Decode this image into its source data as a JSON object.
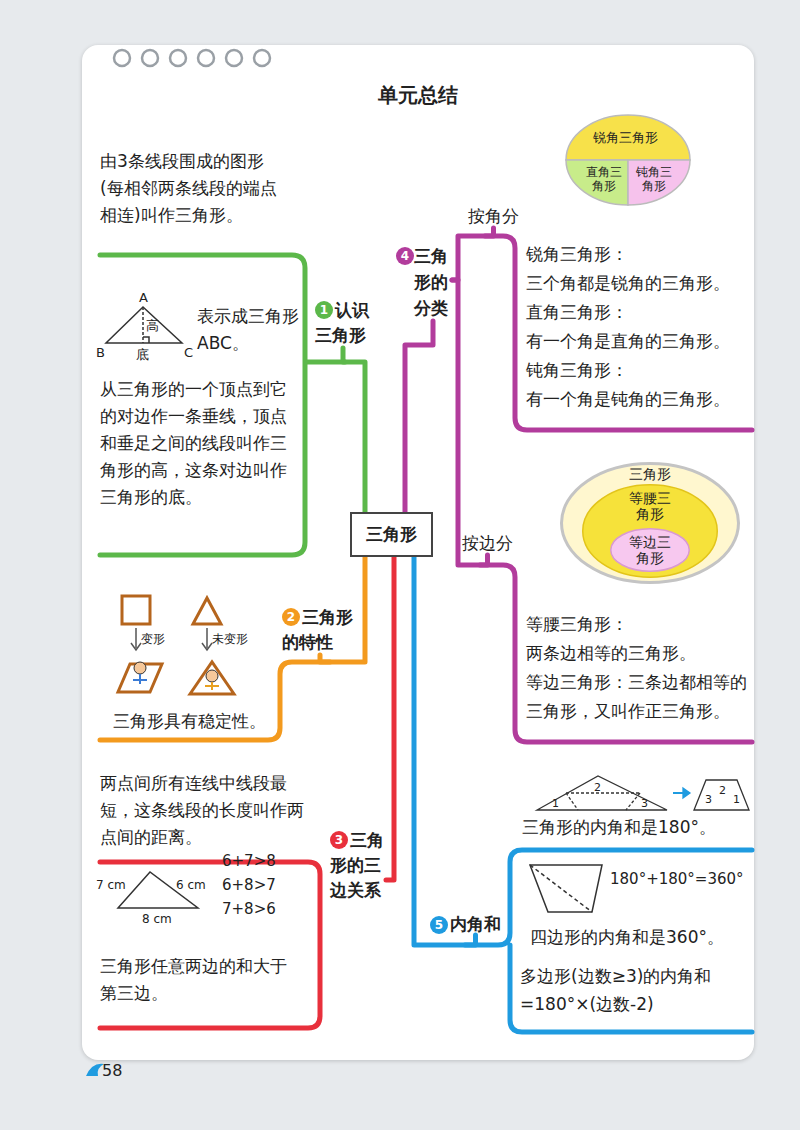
{
  "diagram": {
    "title": "单元总结",
    "nodes": [
      {
        "text": [
          "三角形"
        ]
      },
      {
        "text": [
          "认识三角形"
        ]
      },
      {
        "text": [
          "由3条线段围成的图形(每相邻两条线段的端点相连)叫作三角形。"
        ]
      },
      {
        "text": [
          "表示成三角形ABC。"
        ]
      },
      {
        "text": [
          "从三角形的一个顶点到它的对边作一条垂线，顶点和垂足之间的线段叫作三角形的高，这条对边叫作三角形的底。"
        ]
      },
      {
        "text": [
          "三角形的特性"
        ]
      },
      {
        "text": [
          "三角形具有稳定性。"
        ]
      },
      {
        "text": [
          "三角形的三边关系"
        ]
      },
      {
        "text": [
          "两点间所有连线中线段最短，这条线段的长度叫作两点间的距离。"
        ]
      },
      {
        "text": [
          "三角形任意两边的和大于第三边。"
        ]
      },
      {
        "text": [
          "三角形的分类"
        ]
      },
      {
        "text": [
          "按角分"
        ]
      },
      {
        "text": [
          "锐角三角形：",
          "三个角都是锐角的三角形。",
          "直角三角形：",
          "有一个角是直角的三角形。",
          "钝角三角形：",
          "有一个角是钝角的三角形。"
        ]
      },
      {
        "text": [
          "按边分"
        ]
      },
      {
        "text": [
          "等腰三角形：",
          "两条边相等的三角形。",
          "等边三角形：三条边都相等的三角形，又叫作正三角形。"
        ]
      },
      {
        "text": [
          "内角和"
        ]
      },
      {
        "text": [
          "三角形的内角和是180°。"
        ]
      },
      {
        "text": [
          "四边形的内角和是360°。"
        ]
      },
      {
        "text": [
          "多边形(边数≥3)的内角和=180°×(边数-2)"
        ]
      },
      {
        "text": [
          "三角形"
        ]
      },
      {
        "text": [
          "等腰三角形"
        ],
        "in": 19
      },
      {
        "text": [
          "等边三角形"
        ],
        "in": 20
      }
    ],
    "edges": [
      {
        "from": 0,
        "to": 1,
        "arrow": "none"
      },
      {
        "from": 0,
        "to": 10,
        "arrow": "none"
      },
      {
        "from": 0,
        "to": 5,
        "arrow": "none"
      },
      {
        "from": 0,
        "to": 7,
        "arrow": "none"
      },
      {
        "from": 0,
        "to": 15,
        "arrow": "none"
      },
      {
        "from": 10,
        "to": 11,
        "arrow": "none"
      },
      {
        "from": 10,
        "to": 13,
        "arrow": "none"
      }
    ],
    "labels": [
      "1",
      "A",
      "高",
      "B",
      "底",
      "C",
      "变形",
      "未变形",
      "2",
      "3",
      "7 cm",
      "6 cm",
      "8 cm",
      "6+7>8",
      "6+8>7",
      "7+8>6",
      "4",
      "锐角三角形",
      "直角三角形",
      "钝角三角形",
      "1",
      "2",
      "3",
      "3",
      "2",
      "1",
      "180°+180°=360°",
      "5",
      "58"
    ]
  }
}
